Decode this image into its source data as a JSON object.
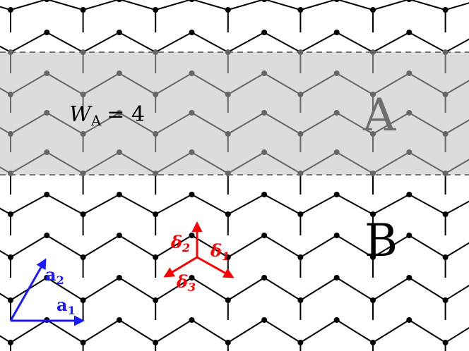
{
  "diagram": {
    "type": "honeycomb-lattice",
    "colors": {
      "background": "#ffffff",
      "band_fill": "#dcdcdc",
      "band_border": "#777777",
      "bond_outside": "#000000",
      "bond_inside": "#666666",
      "site_outside": "#000000",
      "site_inside": "#666666",
      "lattice_vectors": "#1a1aff",
      "nn_vectors": "#ff0000",
      "label_A": "#6e6e6e",
      "label_B": "#000000"
    },
    "region_a": {
      "label": "A",
      "width_symbol": "W",
      "width_subscript": "A",
      "width_equals": "= 4"
    },
    "region_b": {
      "label": "B"
    },
    "lattice_vectors": {
      "a1": {
        "base": "a",
        "sub": "1"
      },
      "a2": {
        "base": "a",
        "sub": "2"
      }
    },
    "nn_vectors": {
      "d1": {
        "base": "δ",
        "sub": "1"
      },
      "d2": {
        "base": "δ",
        "sub": "2"
      },
      "d3": {
        "base": "δ",
        "sub": "3"
      }
    }
  }
}
